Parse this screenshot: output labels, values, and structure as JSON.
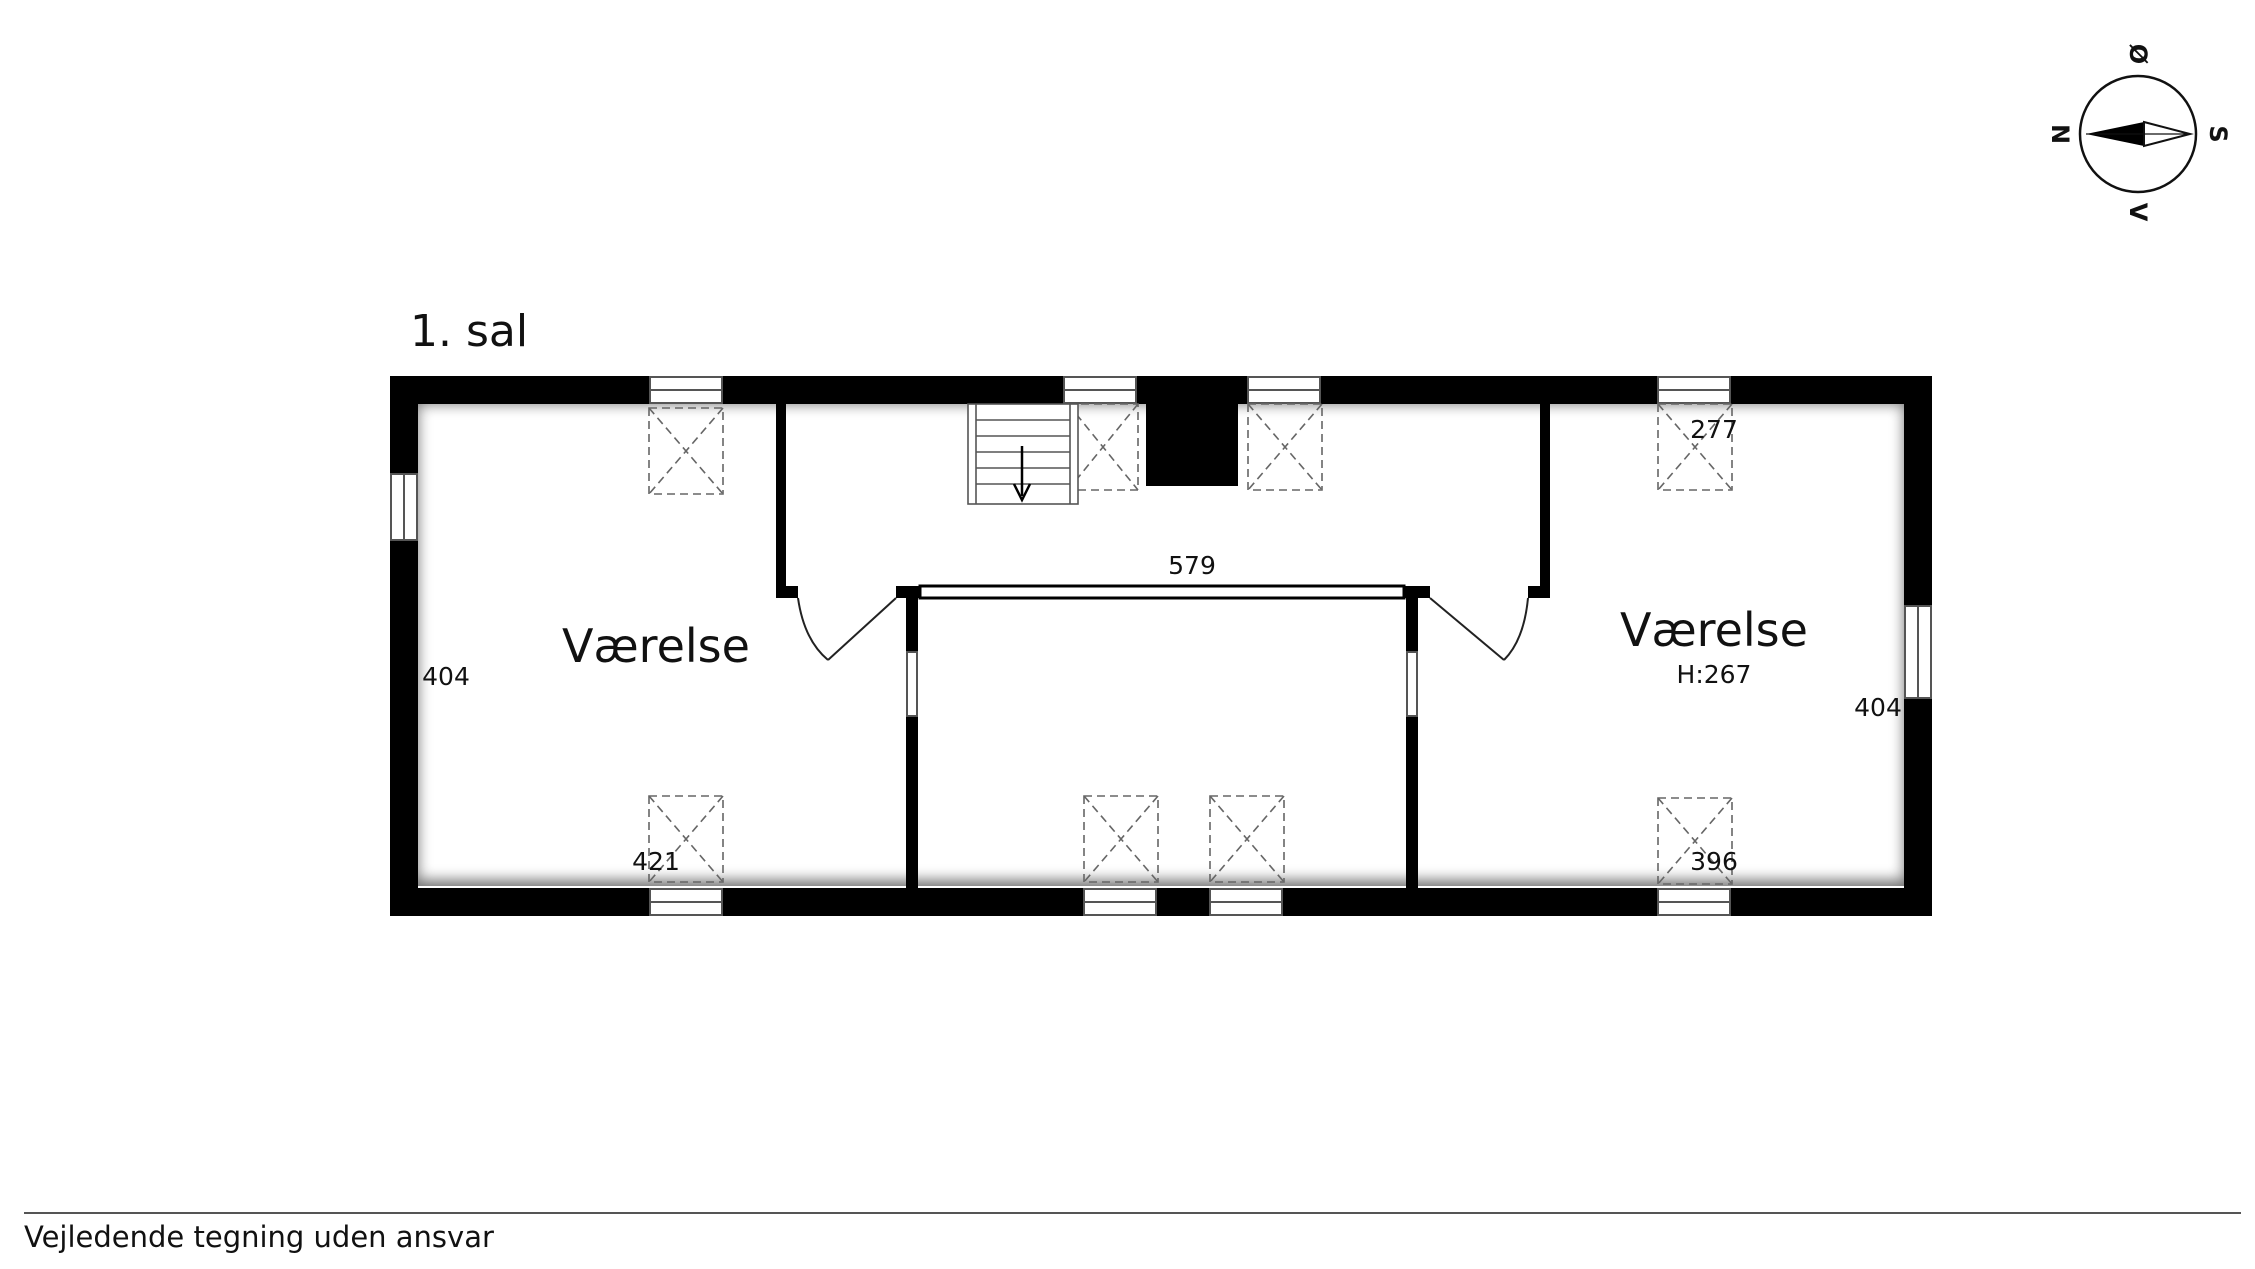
{
  "floor_label": "1. sal",
  "rooms": [
    {
      "name": "Værelse"
    },
    {
      "name": "Værelse",
      "height": "H:267"
    }
  ],
  "dimensions": {
    "left_room_height": "404",
    "left_room_width": "421",
    "hall_width": "579",
    "right_room_depth": "277",
    "right_room_height": "404",
    "right_room_width": "396"
  },
  "compass": {
    "north": "N",
    "east": "Ø",
    "south": "S",
    "west": "V"
  },
  "footer_note": "Vejledende tegning uden ansvar",
  "colors": {
    "wall": "#000000",
    "background": "#ffffff",
    "text": "#111111",
    "window_frame": "#555555"
  }
}
